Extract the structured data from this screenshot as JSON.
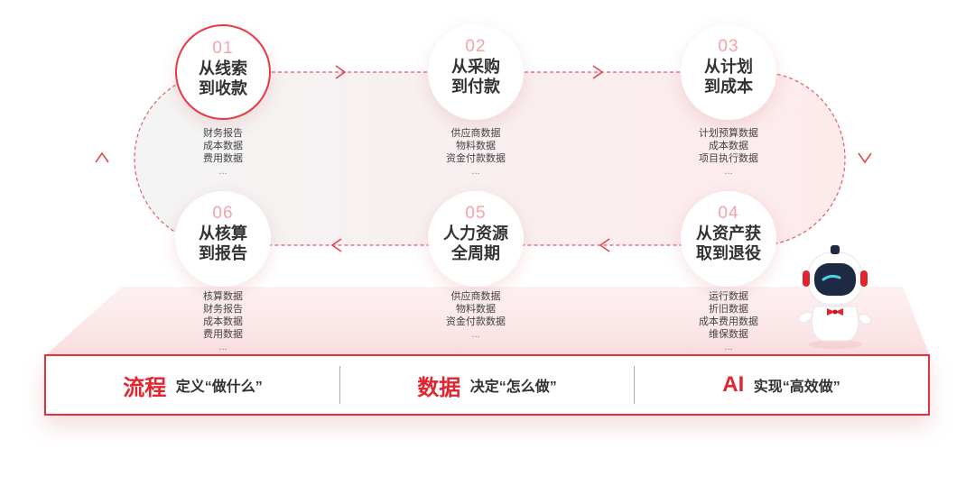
{
  "accent_color": "#e1252f",
  "stages": [
    {
      "num": "01",
      "line1": "从线索",
      "line2": "到收款",
      "items": [
        "财务报告",
        "成本数据",
        "费用数据"
      ],
      "more": "...",
      "active": true
    },
    {
      "num": "02",
      "line1": "从采购",
      "line2": "到付款",
      "items": [
        "供应商数据",
        "物料数据",
        "资金付款数据"
      ],
      "more": "..."
    },
    {
      "num": "03",
      "line1": "从计划",
      "line2": "到成本",
      "items": [
        "计划预算数据",
        "成本数据",
        "项目执行数据"
      ],
      "more": "..."
    },
    {
      "num": "04",
      "line1": "从资产获",
      "line2": "取到退役",
      "items": [
        "运行数据",
        "折旧数据",
        "成本费用数据",
        "维保数据"
      ],
      "more": "..."
    },
    {
      "num": "05",
      "line1": "人力资源",
      "line2": "全周期",
      "items": [
        "供应商数据",
        "物料数据",
        "资金付款数据"
      ],
      "more": "..."
    },
    {
      "num": "06",
      "line1": "从核算",
      "line2": "到报告",
      "items": [
        "核算数据",
        "财务报告",
        "成本数据",
        "费用数据"
      ],
      "more": "..."
    }
  ],
  "bar": [
    {
      "big": "流程",
      "small": "定义“做什么”"
    },
    {
      "big": "数据",
      "small": "决定“怎么做”"
    },
    {
      "big": "AI",
      "small": "实现“高效做”"
    }
  ],
  "robot_icon": "robot-mascot-icon"
}
